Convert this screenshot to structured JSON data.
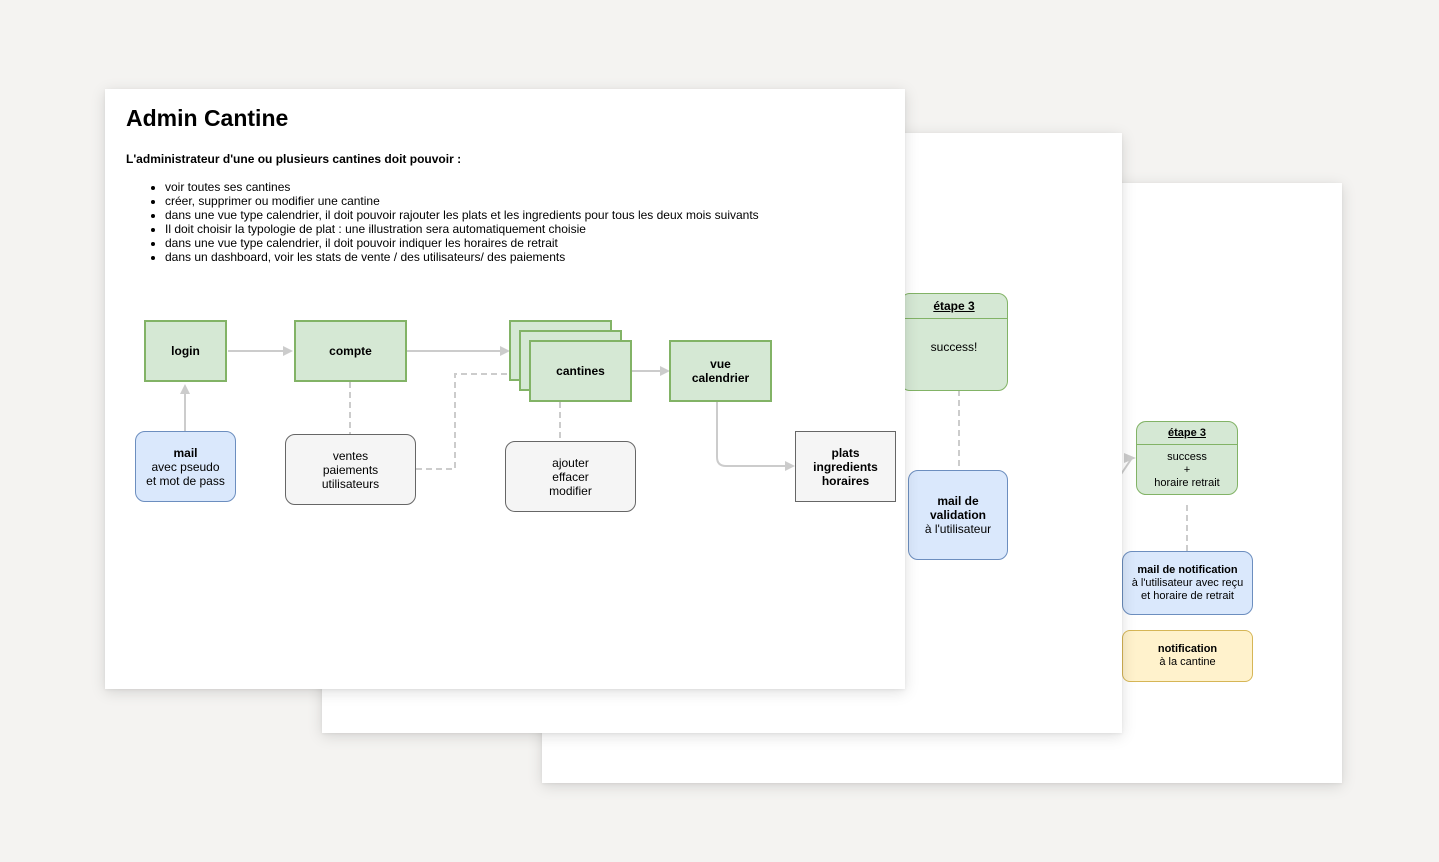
{
  "page": {
    "title": "Admin Cantine",
    "intro": "L'administrateur d'une ou plusieurs cantines doit pouvoir :",
    "requirements": [
      "voir toutes ses cantines",
      "créer, supprimer ou modifier une cantine",
      "dans une vue type calendrier, il doit pouvoir rajouter les plats et les ingredients pour tous les deux mois suivants",
      "Il doit choisir la typologie de plat : une illustration sera automatiquement choisie",
      "dans une vue type  calendrier, il doit pouvoir indiquer les horaires de retrait",
      "dans un dashboard, voir les stats de vente / des utilisateurs/ des paiements"
    ]
  },
  "flow": {
    "login": "login",
    "compte": "compte",
    "cantines": "cantines",
    "vue_calendrier": [
      "vue",
      "calendrier"
    ],
    "mail": {
      "title": "mail",
      "lines": [
        "avec pseudo",
        "et mot de pass"
      ]
    },
    "stats": [
      "ventes",
      "paiements",
      "utilisateurs"
    ],
    "actions": [
      "ajouter",
      "effacer",
      "modifier"
    ],
    "plats": [
      "plats",
      "ingredients",
      "horaires"
    ]
  },
  "sheet2": {
    "step_title": "étape 3",
    "step_text": "success!",
    "mail": {
      "title": [
        "mail de",
        "validation"
      ],
      "text": "à l'utilisateur"
    }
  },
  "sheet3": {
    "step_title": "étape 3",
    "step_text": [
      "success",
      "+",
      "horaire retrait"
    ],
    "mail": {
      "title": "mail de notification",
      "lines": [
        "à l'utilisateur avec reçu",
        "et horaire de retrait"
      ]
    },
    "notif": {
      "title": "notification",
      "text": "à la cantine"
    }
  },
  "colors": {
    "background": "#f4f3f1",
    "green_fill": "#d5e8d4",
    "green_stroke": "#82b366",
    "blue_fill": "#dae8fc",
    "blue_stroke": "#6c8ebf",
    "yellow_fill": "#fff2cc",
    "yellow_stroke": "#d6b656",
    "gray_fill": "#f5f5f5",
    "edge": "#c8c8c8"
  }
}
